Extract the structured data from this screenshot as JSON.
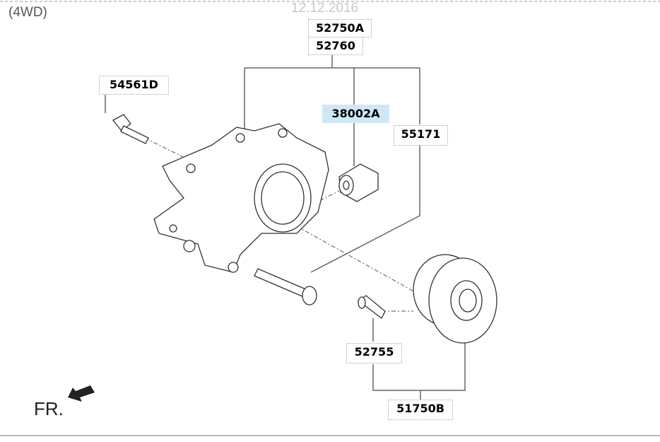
{
  "header": {
    "variant": "(4WD)",
    "date": "12.12.2016"
  },
  "parts": [
    {
      "id": "52750A",
      "highlighted": false
    },
    {
      "id": "52760",
      "highlighted": false
    },
    {
      "id": "54561D",
      "highlighted": false
    },
    {
      "id": "38002A",
      "highlighted": true
    },
    {
      "id": "55171",
      "highlighted": false
    },
    {
      "id": "52755",
      "highlighted": false
    },
    {
      "id": "51750B",
      "highlighted": false
    }
  ],
  "direction": {
    "label": "FR."
  },
  "colors": {
    "highlight": "#cfe8f6",
    "line": "#555555"
  }
}
